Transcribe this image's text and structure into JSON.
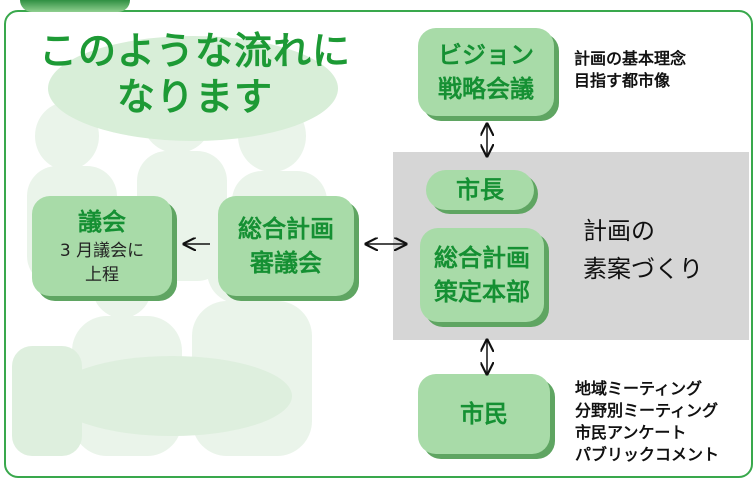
{
  "title": {
    "line1": "このような流れに",
    "line2": "なります"
  },
  "nodes": {
    "vision": {
      "line1": "ビジョン",
      "line2": "戦略会議"
    },
    "mayor": {
      "label": "市長"
    },
    "honbu": {
      "line1": "総合計画",
      "line2": "策定本部"
    },
    "shingikai": {
      "line1": "総合計画",
      "line2": "審議会"
    },
    "gikai": {
      "title": "議会",
      "line1": "3 月議会に",
      "line2": "上程"
    },
    "shimin": {
      "label": "市民"
    }
  },
  "notes": {
    "vision": [
      "計画の基本理念",
      "目指す都市像"
    ],
    "gray": [
      "計画の",
      "素案づくり"
    ],
    "shimin": [
      "地域ミーティング",
      "分野別ミーティング",
      "市民アンケート",
      "パブリックコメント"
    ]
  },
  "colors": {
    "accent_green": "#1d9a35",
    "box_fill": "#a8dba8",
    "box_shadow": "#5fa562",
    "frame": "#39a84c",
    "gray_area": "#d6d6d6"
  }
}
